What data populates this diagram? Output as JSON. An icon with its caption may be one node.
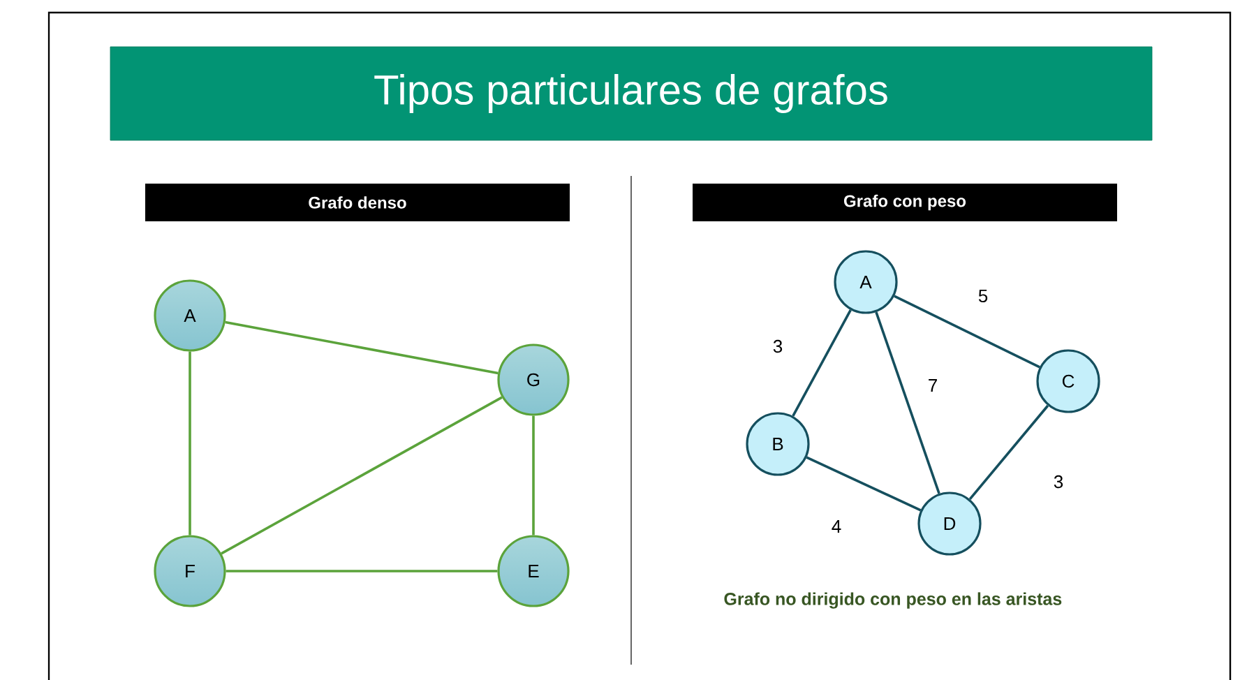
{
  "diagram": {
    "title": "Tipos particulares de grafos",
    "nodes": [
      {
        "text": [
          "A"
        ]
      },
      {
        "text": [
          "G"
        ]
      },
      {
        "text": [
          "F"
        ]
      },
      {
        "text": [
          "E"
        ]
      },
      {
        "text": [
          "A"
        ]
      },
      {
        "text": [
          "B"
        ]
      },
      {
        "text": [
          "C"
        ]
      },
      {
        "text": [
          "D"
        ]
      }
    ],
    "edges": [
      {
        "from": 0,
        "to": 1,
        "arrow": "none",
        "color": "#5ba33b"
      },
      {
        "from": 0,
        "to": 2,
        "arrow": "none",
        "color": "#5ba33b"
      },
      {
        "from": 1,
        "to": 2,
        "arrow": "none",
        "color": "#5ba33b"
      },
      {
        "from": 1,
        "to": 3,
        "arrow": "none",
        "color": "#5ba33b"
      },
      {
        "from": 2,
        "to": 3,
        "arrow": "none",
        "color": "#5ba33b"
      },
      {
        "from": 4,
        "to": 5,
        "arrow": "none",
        "label": "3"
      },
      {
        "from": 4,
        "to": 6,
        "arrow": "none",
        "label": "5"
      },
      {
        "from": 4,
        "to": 7,
        "arrow": "none",
        "label": "7"
      },
      {
        "from": 5,
        "to": 7,
        "arrow": "none",
        "label": "4"
      },
      {
        "from": 6,
        "to": 7,
        "arrow": "none",
        "label": "3"
      }
    ],
    "labels": [
      "Grafo denso",
      "Grafo con peso",
      "Grafo no dirigido con peso en las aristas"
    ]
  }
}
